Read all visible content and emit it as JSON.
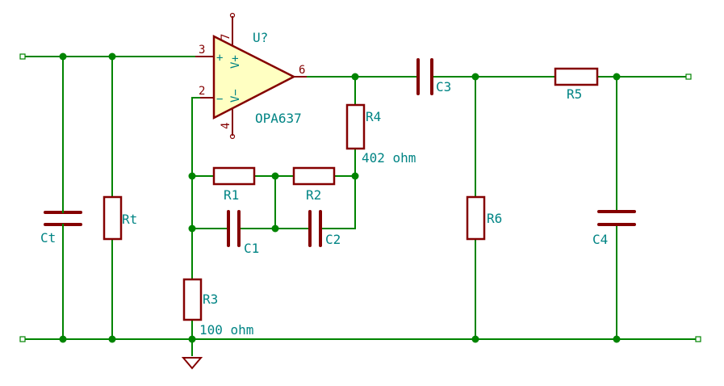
{
  "colors": {
    "wire": "#008400",
    "component": "#840000",
    "label_text": "#008484",
    "opamp_fill": "#ffffc2",
    "background": "#ffffff"
  },
  "opamp": {
    "ref": "U?",
    "value": "OPA637",
    "pins": {
      "noninv": "3",
      "inv": "2",
      "out": "6",
      "vpos": "7",
      "vneg": "4"
    },
    "pin_names": {
      "noninv_sign": "+",
      "inv_sign": "−",
      "vpos": "V+",
      "vneg": "V−"
    }
  },
  "components": {
    "Ct": {
      "ref": "Ct"
    },
    "Rt": {
      "ref": "Rt"
    },
    "R1": {
      "ref": "R1"
    },
    "R2": {
      "ref": "R2"
    },
    "R3": {
      "ref": "R3",
      "value": "100 ohm"
    },
    "R4": {
      "ref": "R4",
      "value": "402 ohm"
    },
    "R5": {
      "ref": "R5"
    },
    "R6": {
      "ref": "R6"
    },
    "C1": {
      "ref": "C1"
    },
    "C2": {
      "ref": "C2"
    },
    "C3": {
      "ref": "C3"
    },
    "C4": {
      "ref": "C4"
    }
  }
}
